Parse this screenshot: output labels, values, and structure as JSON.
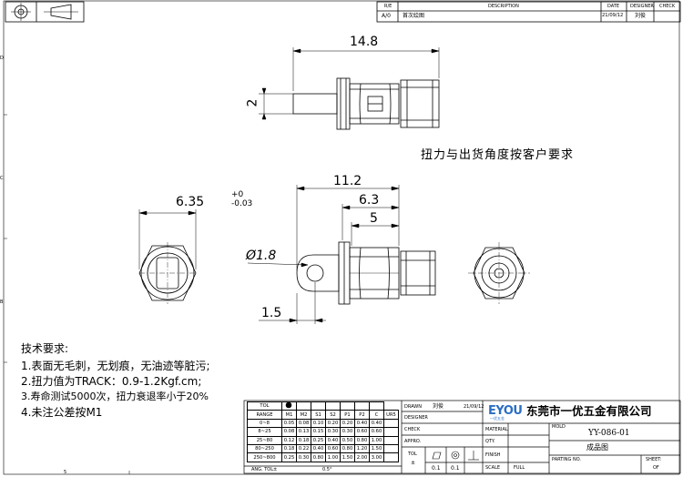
{
  "revision_block": {
    "col_rev": "R/E",
    "col_desc": "DESCRIPTION",
    "col_date": "DATE",
    "col_designer": "DESIGNER",
    "col_check": "CHECK",
    "rev": "A/0",
    "desc": "首次绘图",
    "date": "21/09/12",
    "designer": "刘俊"
  },
  "dimensions": {
    "top_length": "14.8",
    "top_height": "2",
    "mid_length": "11.2",
    "mid_sub1": "6.3",
    "mid_sub2": "5",
    "hex_width": "6.35",
    "hex_tol_upper": "+0",
    "hex_tol_lower": "-0.03",
    "hole_dia": "Ø1.8",
    "hole_offset": "1.5"
  },
  "requirement_note": "扭力与出货角度按客户要求",
  "tech_requirements": {
    "title": "技术要求:",
    "items": [
      "1.表面无毛刺，无划痕，无油迹等脏污;",
      "2.扭力值为TRACK：0.9-1.2Kgf.cm;",
      "3.寿命测试5000次，扭力衰退率小于20%",
      "4.未注公差按M1"
    ]
  },
  "tolerance_table": {
    "tol_label": "TOL",
    "range_label": "RANGE",
    "columns": [
      "M1",
      "M2",
      "S1",
      "S2",
      "P1",
      "P2",
      "C",
      "UR5"
    ],
    "rows": [
      {
        "range": "0~8",
        "values": [
          "0.05",
          "0.08",
          "0.10",
          "0.20",
          "0.20",
          "0.40",
          "0.40",
          ""
        ]
      },
      {
        "range": "8~25",
        "values": [
          "0.08",
          "0.13",
          "0.15",
          "0.30",
          "0.30",
          "0.60",
          "0.60",
          ""
        ]
      },
      {
        "range": "25~80",
        "values": [
          "0.12",
          "0.18",
          "0.25",
          "0.40",
          "0.50",
          "0.80",
          "1.00",
          ""
        ]
      },
      {
        "range": "80~250",
        "values": [
          "0.18",
          "0.22",
          "0.40",
          "0.60",
          "0.80",
          "1.20",
          "1.50",
          ""
        ]
      },
      {
        "range": "250~800",
        "values": [
          "0.25",
          "0.30",
          "0.80",
          "1.00",
          "1.50",
          "2.00",
          "3.00",
          ""
        ]
      }
    ],
    "ang_label": "ANG. TOL±",
    "ang_value": "0.5°"
  },
  "title_block": {
    "drawn_label": "DRAWN",
    "drawn_name": "刘俊",
    "drawn_date": "21/09/12",
    "designer_label": "DESIGNER",
    "check_label": "CHECK",
    "appro_label": "APPRO.",
    "tol_label": "TOL",
    "tol_sym": "±",
    "tol_v1": "0.1",
    "tol_v2": "0.1",
    "logo": "EYOU",
    "logo_sub": "一优五金",
    "company": "东莞市一优五金有限公司",
    "material_label": "MATERIAL",
    "qty_label": "QTY.",
    "finish_label": "FINISH",
    "scale_label": "SCALE",
    "scale_value": "FULL",
    "mold_label": "MOLD",
    "mold_no": "YY-086-01",
    "part_name": "成品图",
    "partno_label": "PARTING NO.",
    "sheet_label": "SHEET:",
    "sheet_value": "OF"
  },
  "border_marks": {
    "left_d": "D",
    "left_c": "C",
    "left_b": "B",
    "bottom_5": "5"
  }
}
